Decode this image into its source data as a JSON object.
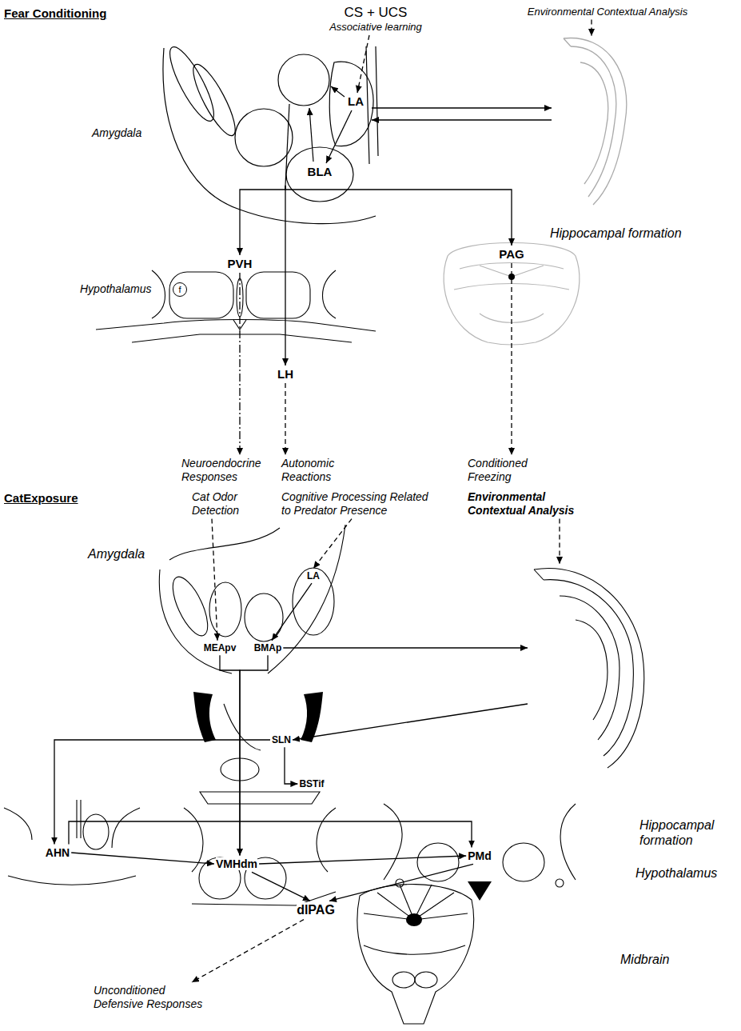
{
  "diagram": {
    "nodes": [
      {
        "text": [
          "CS + UCS",
          "Associative learning"
        ]
      },
      {
        "text": [
          "Environmental Contextual Analysis"
        ]
      },
      {
        "text": [
          "Amygdala"
        ]
      },
      {
        "text": [
          "LA"
        ],
        "in": 2
      },
      {
        "text": [
          "BLA"
        ],
        "in": 2
      },
      {
        "text": [
          "Hippocampal formation"
        ]
      },
      {
        "text": [
          "PVH"
        ]
      },
      {
        "text": [
          "f"
        ]
      },
      {
        "text": [
          "LH"
        ]
      },
      {
        "text": [
          "PAG"
        ]
      },
      {
        "text": [
          "Neuroendocrine Responses"
        ]
      },
      {
        "text": [
          "Autonomic Reactions"
        ]
      },
      {
        "text": [
          "Conditioned Freezing"
        ]
      },
      {
        "text": [
          "Cat Odor Detection"
        ]
      },
      {
        "text": [
          "Cognitive Processing Related to Predator Presence"
        ]
      },
      {
        "text": [
          "Environmental Contextual Analysis"
        ]
      },
      {
        "text": [
          "Amygdala"
        ]
      },
      {
        "text": [
          "LA"
        ],
        "in": 16
      },
      {
        "text": [
          "MEApv"
        ],
        "in": 16
      },
      {
        "text": [
          "BMAp"
        ],
        "in": 16
      },
      {
        "text": [
          "Hippocampal formation"
        ]
      },
      {
        "text": [
          "SLN"
        ]
      },
      {
        "text": [
          "BSTif"
        ]
      },
      {
        "text": [
          "AHN"
        ]
      },
      {
        "text": [
          "VMHdm"
        ]
      },
      {
        "text": [
          "PMd"
        ]
      },
      {
        "text": [
          "dlPAG"
        ]
      },
      {
        "text": [
          "Unconditioned Defensive Responses"
        ]
      }
    ],
    "edges": [
      {
        "from": 0,
        "to": 3,
        "arrow": "to"
      },
      {
        "from": 1,
        "to": 5,
        "arrow": "to"
      },
      {
        "from": 3,
        "to": 4,
        "arrow": "to"
      },
      {
        "from": 2,
        "to": 5,
        "arrow": "to"
      },
      {
        "from": 5,
        "to": 2,
        "arrow": "to"
      },
      {
        "from": 2,
        "to": 6,
        "arrow": "to"
      },
      {
        "from": 2,
        "to": 8,
        "arrow": "to"
      },
      {
        "from": 2,
        "to": 9,
        "arrow": "to"
      },
      {
        "from": 6,
        "to": 10,
        "arrow": "to"
      },
      {
        "from": 8,
        "to": 11,
        "arrow": "to"
      },
      {
        "from": 9,
        "to": 12,
        "arrow": "to"
      },
      {
        "from": 13,
        "to": 18,
        "arrow": "to"
      },
      {
        "from": 14,
        "to": 17,
        "arrow": "to"
      },
      {
        "from": 17,
        "to": 19,
        "arrow": "to"
      },
      {
        "from": 15,
        "to": 20,
        "arrow": "to"
      },
      {
        "from": 19,
        "to": 20,
        "arrow": "to"
      },
      {
        "from": 20,
        "to": 21,
        "arrow": "to"
      },
      {
        "from": 21,
        "to": 22,
        "arrow": "to"
      },
      {
        "from": 21,
        "to": 23,
        "arrow": "to"
      },
      {
        "from": 18,
        "to": 24,
        "arrow": "to"
      },
      {
        "from": 19,
        "to": 24,
        "arrow": "to"
      },
      {
        "from": 23,
        "to": 24,
        "arrow": "to"
      },
      {
        "from": 24,
        "to": 25,
        "arrow": "to"
      },
      {
        "from": 23,
        "to": 25,
        "arrow": "to"
      },
      {
        "from": 24,
        "to": 26,
        "arrow": "to"
      },
      {
        "from": 25,
        "to": 26,
        "arrow": "to"
      },
      {
        "from": 26,
        "to": 27,
        "arrow": "to"
      }
    ],
    "labels": [
      "Fear Conditioning",
      "Hypothalamus",
      "CatExposure",
      "Hypothalamus",
      "Midbrain"
    ]
  }
}
